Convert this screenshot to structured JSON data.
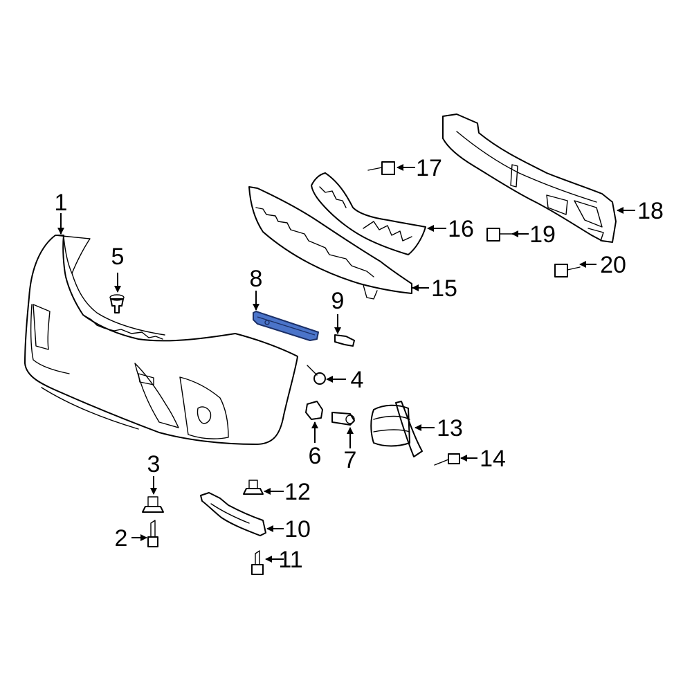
{
  "diagram": {
    "highlight_color": "#4b74c9",
    "line_color": "#000000",
    "background": "#ffffff",
    "highlighted_part": "8",
    "callouts": [
      "1",
      "2",
      "3",
      "4",
      "5",
      "6",
      "7",
      "8",
      "9",
      "10",
      "11",
      "12",
      "13",
      "14",
      "15",
      "16",
      "17",
      "18",
      "19",
      "20"
    ]
  }
}
